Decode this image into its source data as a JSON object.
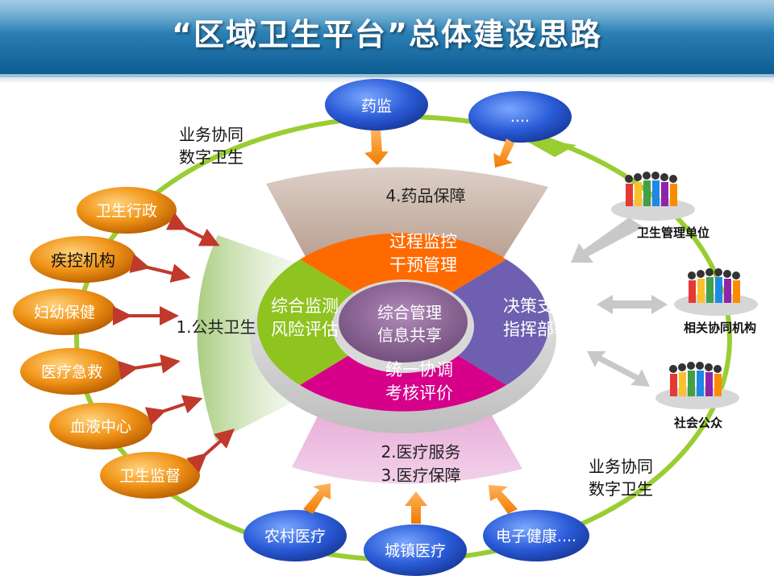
{
  "title": "“区域卫生平台”总体建设思路",
  "top_left_label": [
    "业务协同",
    "数字卫生"
  ],
  "bottom_right_label": [
    "业务协同",
    "数字卫生"
  ],
  "top_nodes": [
    {
      "label": "药监"
    },
    {
      "label": "...."
    }
  ],
  "bottom_nodes": [
    {
      "label": "农村医疗"
    },
    {
      "label": "城镇医疗"
    },
    {
      "label": "电子健康...."
    }
  ],
  "left_nodes": [
    {
      "label": "卫生行政"
    },
    {
      "label": "疾控机构"
    },
    {
      "label": "妇幼保健"
    },
    {
      "label": "医疗急救"
    },
    {
      "label": "血液中心"
    },
    {
      "label": "卫生监督"
    }
  ],
  "segments": {
    "drug": "4.药品保障",
    "public": "1.公共卫生",
    "medical": [
      "2.医疗服务",
      "3.医疗保障"
    ]
  },
  "wheel": {
    "top": [
      "过程监控",
      "干预管理"
    ],
    "left": [
      "综合监测",
      "风险评估"
    ],
    "right": [
      "决策支持",
      "指挥部署"
    ],
    "bottom": [
      "统一协调",
      "考核评价"
    ],
    "center": [
      "综合管理",
      "信息共享"
    ]
  },
  "right_groups": [
    {
      "label": "卫生管理单位"
    },
    {
      "label": "相关协同机构"
    },
    {
      "label": "社会公众"
    }
  ],
  "colors": {
    "ring": "#9acd32",
    "orange_node": "#e8890c",
    "blue_node": "#2a5bd7",
    "wheel_top": "#ff6a00",
    "wheel_left": "#8fc31f",
    "wheel_right": "#6e5fb0",
    "wheel_bottom": "#d6008a",
    "hub": "#8e6a96",
    "drug_segment": "#c9b3a8",
    "medical_segment": "#d783c0",
    "public_segment": "#bcd79c"
  }
}
